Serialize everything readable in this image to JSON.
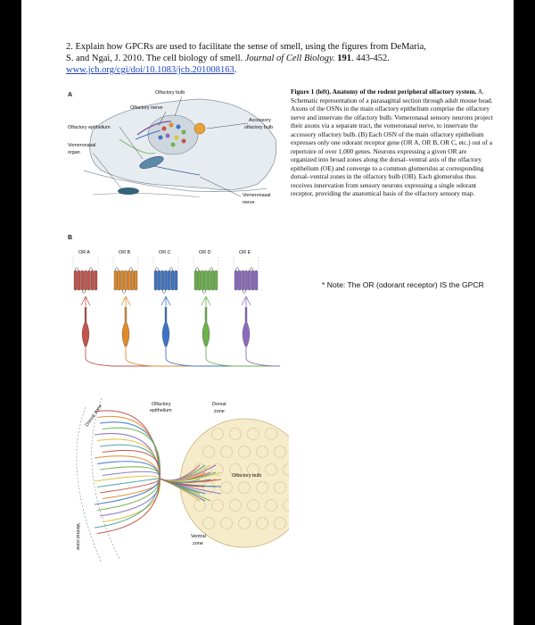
{
  "question": {
    "line1": "2. Explain how GPCRs are used to facilitate the sense of smell, using the figures from DeMaria,",
    "line2_a": "S. and Ngai, J. 2010. The cell biology of smell. ",
    "journal": "Journal of Cell Biology.",
    "volume": " 191",
    "pages": ". 443-452.",
    "link": "www.jcb.org/cgi/doi/10.1083/jcb.201008163",
    "link_end": "."
  },
  "figure": {
    "panel_a": "A",
    "panel_b": "B",
    "panel_a_labels": {
      "olfactory_bulb": "Olfactory bulb",
      "olfactory_nerve": "Olfactory nerve",
      "olfactory_epithelium": "Olfactory epithelium",
      "vomeronasal_organ_1": "Vomeronasal",
      "vomeronasal_organ_2": "organ",
      "accessory_bulb_1": "Accessory",
      "accessory_bulb_2": "olfactory bulb",
      "vomeronasal_nerve_1": "Vomeronasal",
      "vomeronasal_nerve_2": "nerve"
    },
    "receptors": [
      {
        "label": "OR A",
        "color": "#c2554c"
      },
      {
        "label": "OR B",
        "color": "#e08a2c"
      },
      {
        "label": "OR C",
        "color": "#3f74c4"
      },
      {
        "label": "OR D",
        "color": "#6bb34a"
      },
      {
        "label": "OR E",
        "color": "#8a6bbf"
      }
    ],
    "panel_b_labels": {
      "olfactory_epithelium_1": "Olfactory",
      "olfactory_epithelium_2": "epithelium",
      "dorsal_zone_1": "Dorsal",
      "dorsal_zone_2": "zone",
      "dorsal_zone_rot": "Dorsal zone",
      "ventral_zone_rot": "Ventral zone",
      "olfactory_bulb": "Olfactory bulb",
      "ventral_zone_1": "Ventral",
      "ventral_zone_2": "zone"
    }
  },
  "caption": {
    "title": "Figure 1 (left). Anatomy of the rodent peripheral olfactory system.",
    "body": " A. Schematic representation of a parasagittal section through adult mouse head. Axons of the OSNs in the main olfactory epithelium comprise the olfactory nerve and innervate the olfactory bulb. Vomeronasal sensory neurons project their axons via a separate tract, the vomeronasal nerve, to innervate the accessory olfactory bulb. (B) Each OSN of the main olfactory epithelium expresses only one odorant receptor gene (OR A, OR B, OR C, etc.) out of a repertoire of over 1,000 genes. Neurons expressing a given OR are organized into broad zones along the dorsal–ventral axis of the olfactory epithelium (OE) and converge to a common glomerulus at corresponding dorsal–ventral zones in the olfactory bulb (OB). Each glomerulus thus receives innervation from sensory neurons expressing a single odorant receptor, providing the anatomical basis of the olfactory sensory map."
  },
  "note": {
    "text": "* Note: The OR (odorant receptor) IS the GPCR"
  }
}
